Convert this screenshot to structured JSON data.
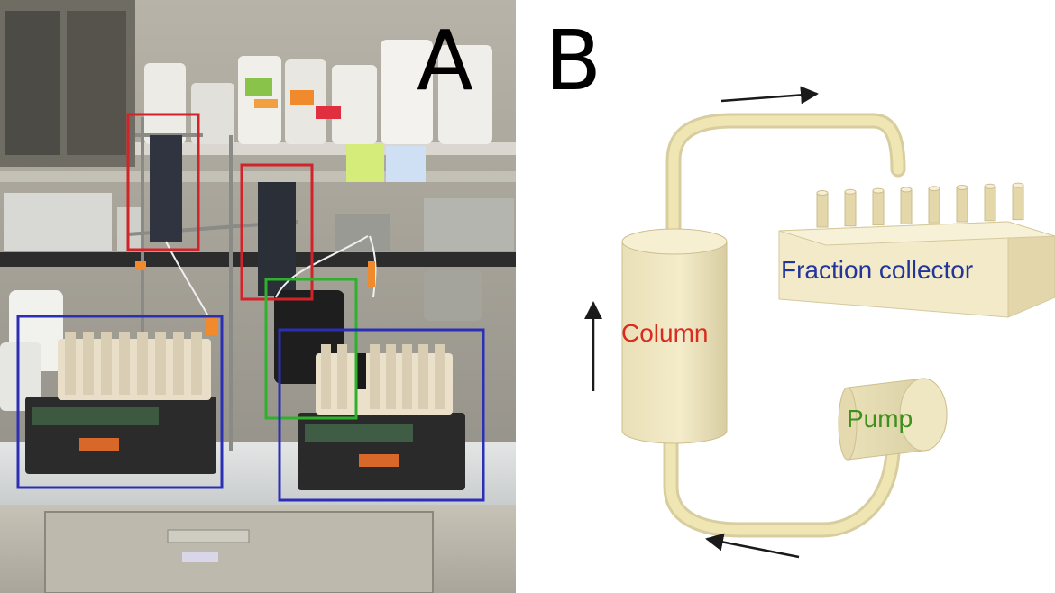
{
  "panels": {
    "a": {
      "letter": "A"
    },
    "b": {
      "letter": "B"
    }
  },
  "diagram": {
    "components": {
      "column": {
        "label": "Column",
        "color": "#d92b1e"
      },
      "fraction_collector": {
        "label": "Fraction collector",
        "color": "#23349a",
        "tube_count": 8
      },
      "pump": {
        "label": "Pump",
        "color": "#3f8f1c"
      }
    },
    "flow_order": [
      "pump",
      "column",
      "fraction_collector"
    ],
    "tubing_color": "#efe6b4"
  },
  "photo": {
    "annotation_boxes": [
      {
        "id": "column-1",
        "color": "#d2232a"
      },
      {
        "id": "column-2",
        "color": "#d2232a"
      },
      {
        "id": "pump",
        "color": "#2fb12e"
      },
      {
        "id": "fraction-collector-1",
        "color": "#2b2fb5"
      },
      {
        "id": "fraction-collector-2",
        "color": "#2b2fb5"
      }
    ]
  }
}
